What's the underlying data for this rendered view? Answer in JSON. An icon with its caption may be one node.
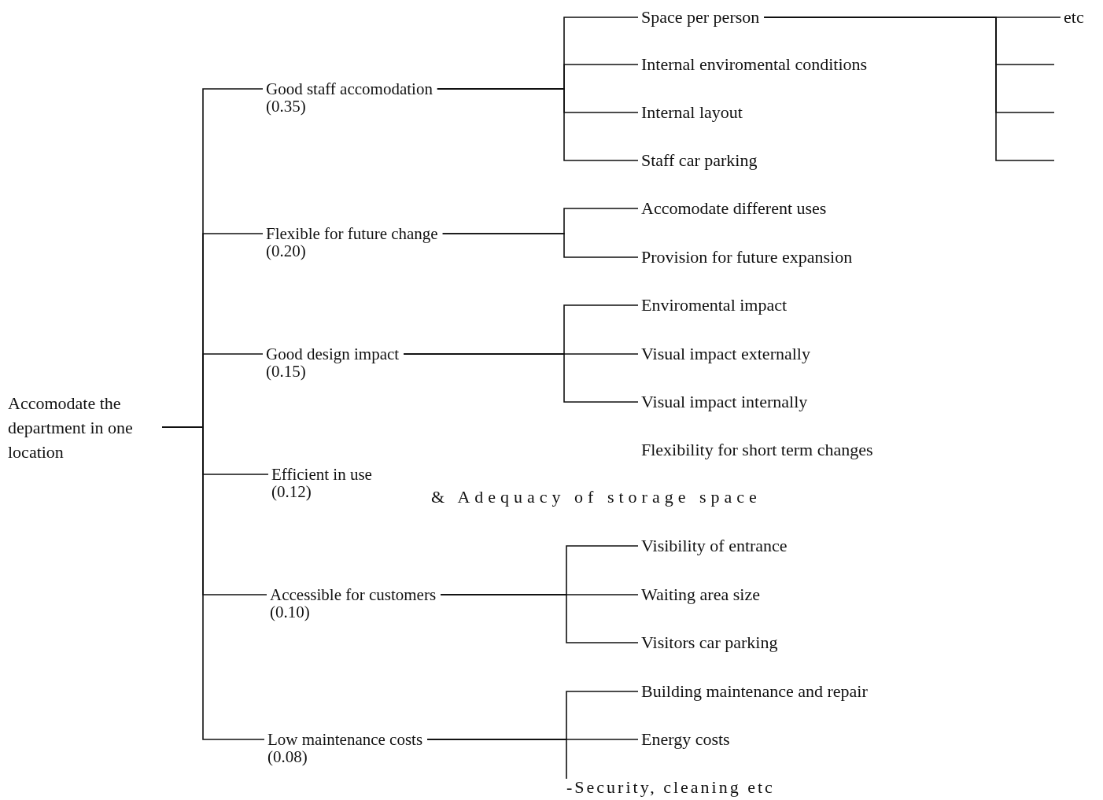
{
  "diagram": {
    "nodes": [
      {
        "text": [
          "Accomodate the department in one location"
        ]
      },
      {
        "text": [
          "Good staff accomodation",
          "(0.35)"
        ]
      },
      {
        "text": [
          "Space per person"
        ]
      },
      {
        "text": [
          "Internal enviromental conditions"
        ]
      },
      {
        "text": [
          "Internal layout"
        ]
      },
      {
        "text": [
          "Staff car parking"
        ]
      },
      {
        "text": [
          "etc"
        ]
      },
      {
        "text": [
          "Flexible for future change",
          "(0.20)"
        ]
      },
      {
        "text": [
          "Accomodate different uses"
        ]
      },
      {
        "text": [
          "Provision for future expansion"
        ]
      },
      {
        "text": [
          "Good design impact",
          "(0.15)"
        ]
      },
      {
        "text": [
          "Enviromental impact"
        ]
      },
      {
        "text": [
          "Visual impact externally"
        ]
      },
      {
        "text": [
          "Visual impact internally"
        ]
      },
      {
        "text": [
          "Efficient in use",
          "(0.12)"
        ]
      },
      {
        "text": [
          "Accessible for customers",
          "(0.10)"
        ]
      },
      {
        "text": [
          "Visibility of entrance"
        ]
      },
      {
        "text": [
          "Waiting area size"
        ]
      },
      {
        "text": [
          "Visitors car parking"
        ]
      },
      {
        "text": [
          "Low maintenance costs",
          "(0.08)"
        ]
      },
      {
        "text": [
          "Building maintenance and repair"
        ]
      },
      {
        "text": [
          "Energy costs"
        ]
      },
      {
        "text": [
          "-Security, cleaning etc"
        ]
      }
    ],
    "edges": [
      {
        "from": 0,
        "to": 1,
        "arrow": "none"
      },
      {
        "from": 1,
        "to": 2,
        "arrow": "none"
      },
      {
        "from": 1,
        "to": 3,
        "arrow": "none"
      },
      {
        "from": 1,
        "to": 4,
        "arrow": "none"
      },
      {
        "from": 1,
        "to": 5,
        "arrow": "none"
      },
      {
        "from": 2,
        "to": 6,
        "arrow": "none"
      },
      {
        "from": 2,
        "to": null,
        "arrow": "none"
      },
      {
        "from": 2,
        "to": null,
        "arrow": "none"
      },
      {
        "from": 2,
        "to": null,
        "arrow": "none"
      },
      {
        "from": 0,
        "to": 7,
        "arrow": "none"
      },
      {
        "from": 7,
        "to": 8,
        "arrow": "none"
      },
      {
        "from": 7,
        "to": 9,
        "arrow": "none"
      },
      {
        "from": 0,
        "to": 10,
        "arrow": "none"
      },
      {
        "from": 10,
        "to": 11,
        "arrow": "none"
      },
      {
        "from": 10,
        "to": 12,
        "arrow": "none"
      },
      {
        "from": 10,
        "to": 13,
        "arrow": "none"
      },
      {
        "from": 0,
        "to": 14,
        "arrow": "none"
      },
      {
        "from": 0,
        "to": 15,
        "arrow": "none"
      },
      {
        "from": 15,
        "to": 16,
        "arrow": "none"
      },
      {
        "from": 15,
        "to": 17,
        "arrow": "none"
      },
      {
        "from": 15,
        "to": 18,
        "arrow": "none"
      },
      {
        "from": 0,
        "to": 19,
        "arrow": "none"
      },
      {
        "from": 19,
        "to": 20,
        "arrow": "none"
      },
      {
        "from": 19,
        "to": 21,
        "arrow": "none"
      },
      {
        "from": 19,
        "to": 22,
        "arrow": "none"
      }
    ],
    "labels": [
      "Flexibility for short term changes",
      "& Adequacy of storage space"
    ]
  }
}
